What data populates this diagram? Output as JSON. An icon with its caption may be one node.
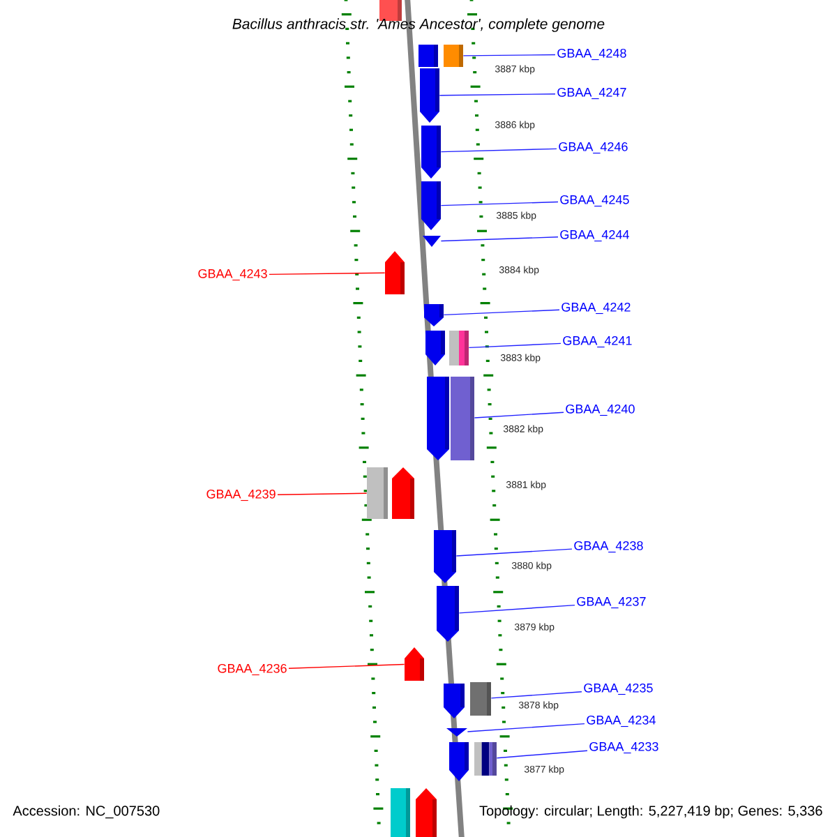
{
  "diagram": {
    "title": "Bacillus anthracis str. 'Ames Ancestor', complete genome",
    "nodes": [
      {
        "text": [
          "GBAA_4248"
        ]
      },
      {
        "text": [
          "GBAA_4247"
        ]
      },
      {
        "text": [
          "GBAA_4246"
        ]
      },
      {
        "text": [
          "GBAA_4245"
        ]
      },
      {
        "text": [
          "GBAA_4244"
        ]
      },
      {
        "text": [
          "GBAA_4243"
        ]
      },
      {
        "text": [
          "GBAA_4242"
        ]
      },
      {
        "text": [
          "GBAA_4241"
        ]
      },
      {
        "text": [
          "GBAA_4240"
        ]
      },
      {
        "text": [
          "GBAA_4239"
        ]
      },
      {
        "text": [
          "GBAA_4238"
        ]
      },
      {
        "text": [
          "GBAA_4237"
        ]
      },
      {
        "text": [
          "GBAA_4236"
        ]
      },
      {
        "text": [
          "GBAA_4235"
        ]
      },
      {
        "text": [
          "GBAA_4234"
        ]
      },
      {
        "text": [
          "GBAA_4233"
        ]
      },
      {
        "text": [],
        "shape": "box"
      },
      {
        "text": [],
        "shape": "box"
      },
      {
        "text": [],
        "shape": "box"
      },
      {
        "text": [],
        "shape": "arrow"
      },
      {
        "text": [],
        "shape": "arrow"
      },
      {
        "text": [],
        "shape": "arrow"
      },
      {
        "text": [],
        "shape": "arrow"
      },
      {
        "text": [],
        "shape": "arrow"
      },
      {
        "text": [],
        "shape": "arrow"
      },
      {
        "text": [],
        "shape": "arrow"
      },
      {
        "text": [],
        "shape": "box"
      },
      {
        "text": [],
        "shape": "arrow"
      },
      {
        "text": [],
        "shape": "box"
      },
      {
        "text": [],
        "shape": "box"
      },
      {
        "text": [],
        "shape": "arrow"
      },
      {
        "text": [],
        "shape": "arrow"
      },
      {
        "text": [],
        "shape": "arrow"
      },
      {
        "text": [],
        "shape": "arrow"
      },
      {
        "text": [],
        "shape": "arrow"
      },
      {
        "text": [],
        "shape": "box"
      },
      {
        "text": [],
        "shape": "arrow"
      },
      {
        "text": [],
        "shape": "arrow"
      },
      {
        "text": [],
        "shape": "box"
      },
      {
        "text": [],
        "shape": "box"
      },
      {
        "text": [],
        "shape": "arrow"
      }
    ],
    "edges": [
      {
        "from": 0,
        "to": 18,
        "arrow": "none"
      },
      {
        "from": 1,
        "to": 19,
        "arrow": "none"
      },
      {
        "from": 2,
        "to": 20,
        "arrow": "none"
      },
      {
        "from": 3,
        "to": 21,
        "arrow": "none"
      },
      {
        "from": 4,
        "to": 22,
        "arrow": "none"
      },
      {
        "from": 5,
        "to": 23,
        "arrow": "none",
        "color": "#ff0000"
      },
      {
        "from": 6,
        "to": 24,
        "arrow": "none"
      },
      {
        "from": 7,
        "to": 26,
        "arrow": "none"
      },
      {
        "from": 8,
        "to": 28,
        "arrow": "none"
      },
      {
        "from": 9,
        "to": 29,
        "arrow": "none",
        "color": "#ff0000"
      },
      {
        "from": 10,
        "to": 31,
        "arrow": "none"
      },
      {
        "from": 11,
        "to": 32,
        "arrow": "none"
      },
      {
        "from": 12,
        "to": 33,
        "arrow": "none",
        "color": "#ff0000"
      },
      {
        "from": 13,
        "to": 35,
        "arrow": "none"
      },
      {
        "from": 14,
        "to": 36,
        "arrow": "none"
      },
      {
        "from": 15,
        "to": 38,
        "arrow": "none"
      }
    ],
    "labels": [
      "3887 kbp",
      "3886 kbp",
      "3885 kbp",
      "3884 kbp",
      "3883 kbp",
      "3882 kbp",
      "3881 kbp",
      "3880 kbp",
      "3879 kbp",
      "3878 kbp",
      "3877 kbp",
      "Accession: NC_007530",
      "Topology: circular; Length: 5,227,419 bp; Genes: 5,336"
    ]
  }
}
